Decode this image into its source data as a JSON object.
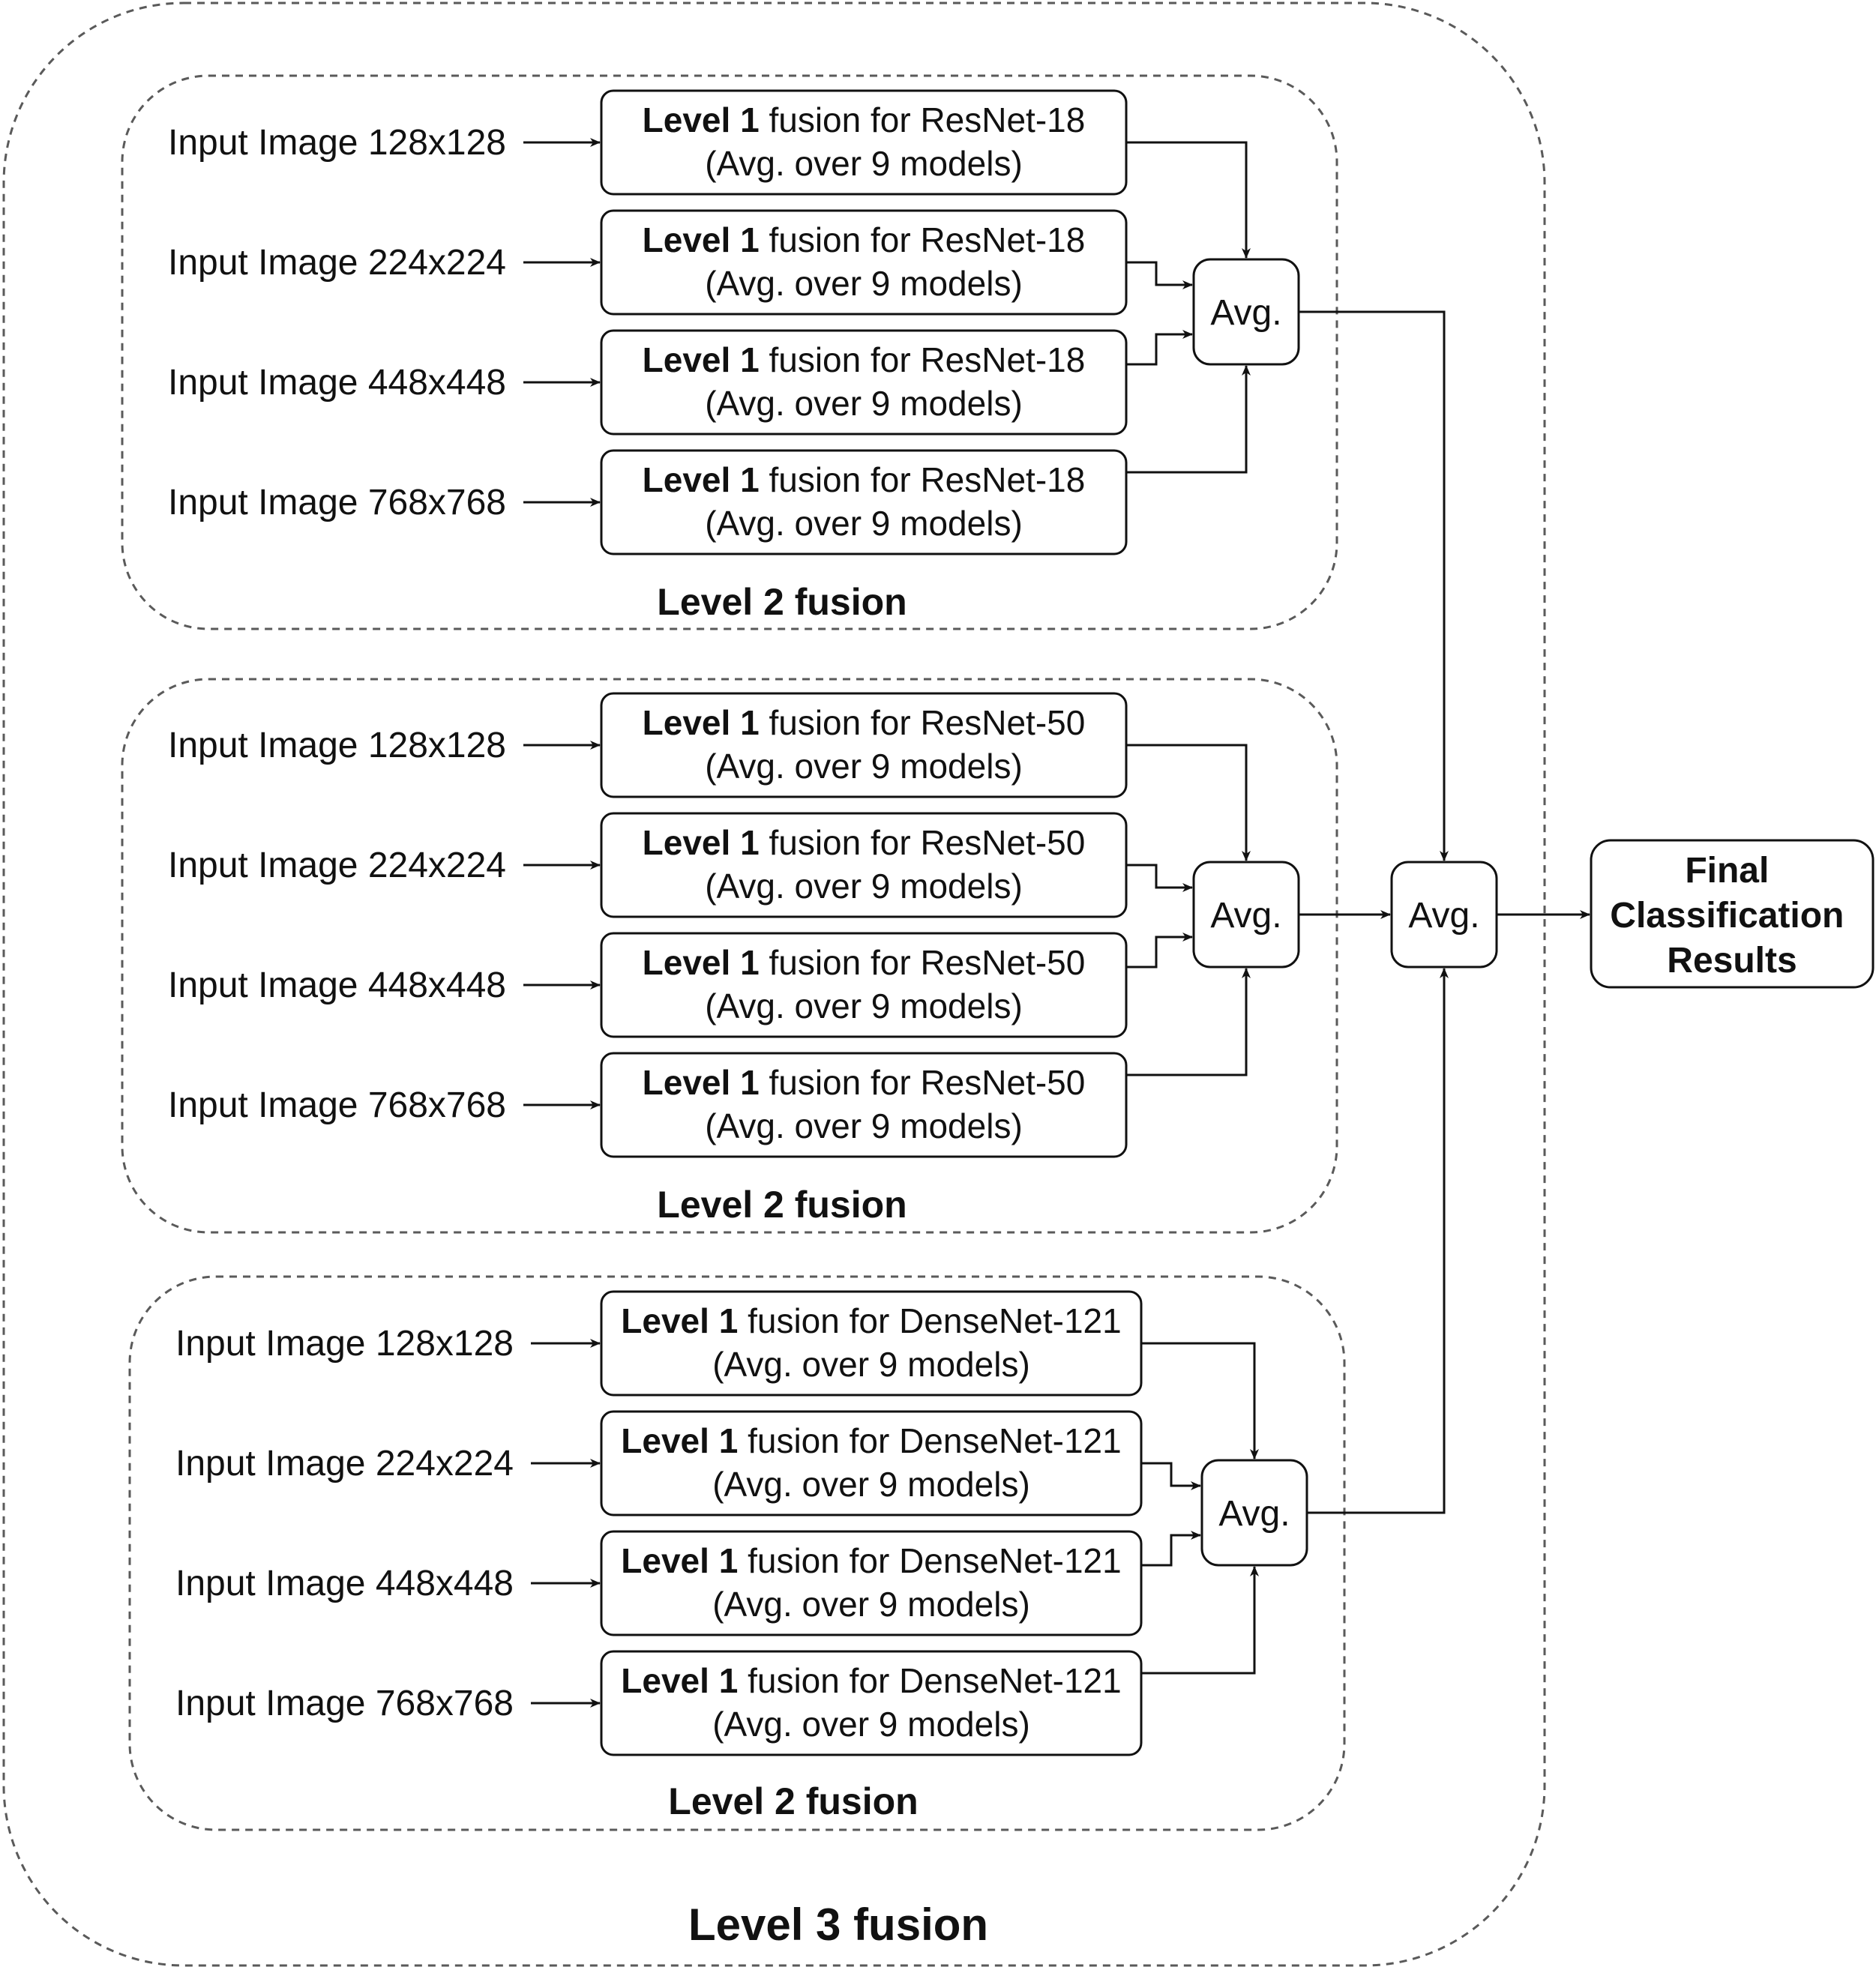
{
  "outer_group": {
    "label": "Level 3 fusion"
  },
  "groups": [
    {
      "label": "Level 2 fusion",
      "avg_label": "Avg.",
      "inputs": [
        "Input Image 128x128",
        "Input Image 224x224",
        "Input Image 448x448",
        "Input Image 768x768"
      ],
      "boxes": [
        {
          "bold": "Level 1",
          "rest": " fusion for ResNet-18",
          "line2": "(Avg. over 9 models)"
        },
        {
          "bold": "Level 1",
          "rest": " fusion for ResNet-18",
          "line2": "(Avg. over 9 models)"
        },
        {
          "bold": "Level 1",
          "rest": " fusion for ResNet-18",
          "line2": "(Avg. over 9 models)"
        },
        {
          "bold": "Level 1",
          "rest": " fusion for ResNet-18",
          "line2": "(Avg. over 9 models)"
        }
      ]
    },
    {
      "label": "Level 2 fusion",
      "avg_label": "Avg.",
      "inputs": [
        "Input Image 128x128",
        "Input Image 224x224",
        "Input Image 448x448",
        "Input Image 768x768"
      ],
      "boxes": [
        {
          "bold": "Level 1",
          "rest": " fusion for ResNet-50",
          "line2": "(Avg. over 9 models)"
        },
        {
          "bold": "Level 1",
          "rest": " fusion for ResNet-50",
          "line2": "(Avg. over 9 models)"
        },
        {
          "bold": "Level 1",
          "rest": " fusion for ResNet-50",
          "line2": "(Avg. over 9 models)"
        },
        {
          "bold": "Level 1",
          "rest": " fusion for ResNet-50",
          "line2": "(Avg. over 9 models)"
        }
      ]
    },
    {
      "label": "Level 2 fusion",
      "avg_label": "Avg.",
      "inputs": [
        "Input Image 128x128",
        "Input Image 224x224",
        "Input Image 448x448",
        "Input Image 768x768"
      ],
      "boxes": [
        {
          "bold": "Level 1",
          "rest": " fusion for DenseNet-121",
          "line2": "(Avg. over 9 models)"
        },
        {
          "bold": "Level 1",
          "rest": " fusion for DenseNet-121",
          "line2": "(Avg. over 9 models)"
        },
        {
          "bold": "Level 1",
          "rest": " fusion for DenseNet-121",
          "line2": "(Avg. over 9 models)"
        },
        {
          "bold": "Level 1",
          "rest": " fusion for DenseNet-121",
          "line2": "(Avg. over 9 models)"
        }
      ]
    }
  ],
  "final_avg": {
    "label": "Avg."
  },
  "final_result": {
    "lines": [
      "Final",
      "Classification",
      "Results"
    ]
  }
}
